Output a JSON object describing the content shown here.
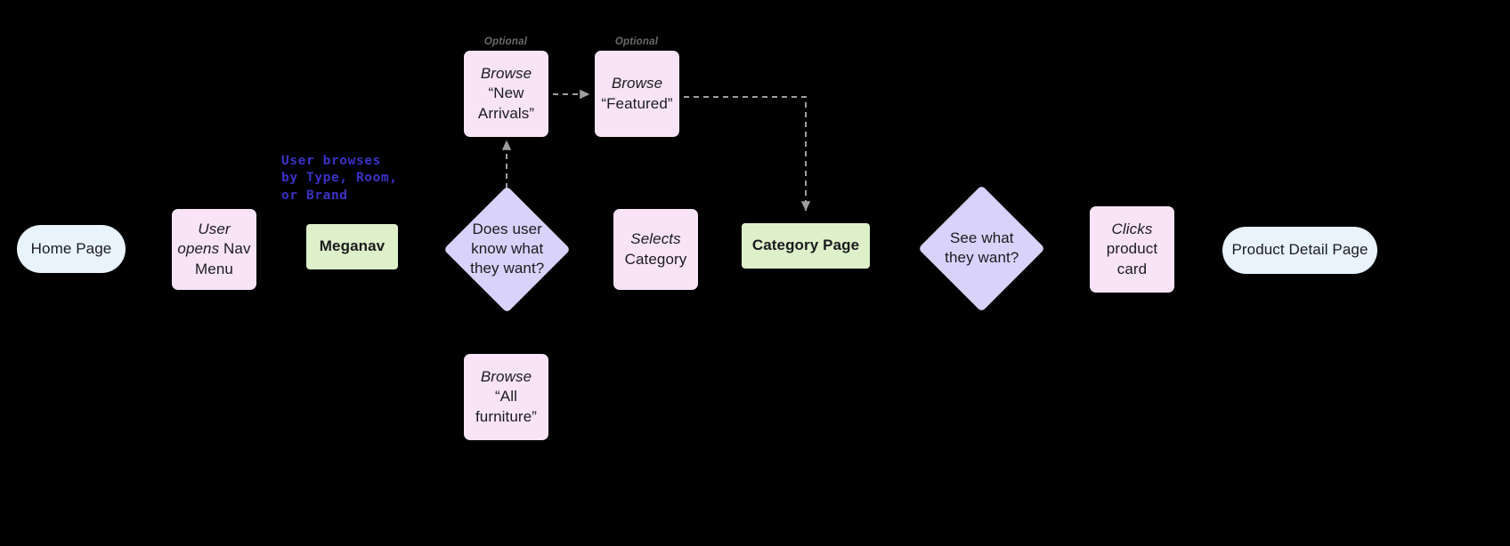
{
  "diagram": {
    "title": "Browse-to-Product-Detail user flow",
    "colors": {
      "background": "#000000",
      "terminator_fill": "#e8f3fc",
      "process_fill": "#f8e4f6",
      "page_fill": "#ddf0c9",
      "decision_fill": "#d9d2fb",
      "connector": "#9e9e9e",
      "annotation_text": "#3b32c4",
      "caption_text": "#6b6b70",
      "node_text": "#1b1b1f"
    },
    "captions": {
      "new_arrivals_optional": "Optional",
      "featured_optional": "Optional"
    },
    "annotation": {
      "browse_note": "User  browses\nby Type, Room,\nor Brand"
    },
    "nodes": {
      "home_page": {
        "label": "Home Page",
        "shape": "pill"
      },
      "user_opens_nav": {
        "emphasis": "User opens",
        "label": "Nav Menu",
        "shape": "process"
      },
      "meganav": {
        "label": "Meganav",
        "shape": "page"
      },
      "browse_new_arrivals": {
        "emphasis": "Browse",
        "label": "“New Arrivals”",
        "shape": "process"
      },
      "browse_featured": {
        "emphasis": "Browse",
        "label": "“Featured”",
        "shape": "process"
      },
      "decision_know": {
        "label": "Does user know what they want?",
        "shape": "decision"
      },
      "browse_all_furniture": {
        "emphasis": "Browse",
        "label": "“All furniture”",
        "shape": "process"
      },
      "selects_category": {
        "emphasis": "Selects",
        "label": "Category",
        "shape": "process"
      },
      "category_page": {
        "label": "Category Page",
        "shape": "page"
      },
      "decision_see": {
        "label": "See what they want?",
        "shape": "decision"
      },
      "clicks_product_card": {
        "emphasis": "Clicks",
        "label": "product card",
        "shape": "process"
      },
      "product_detail_page": {
        "label": "Product Detail Page",
        "shape": "pill"
      }
    },
    "edges": [
      {
        "from": "browse_new_arrivals",
        "to": "browse_featured",
        "style": "dashed",
        "direction": "right"
      },
      {
        "from": "decision_know",
        "to": "browse_new_arrivals",
        "style": "dashed",
        "direction": "up"
      },
      {
        "from": "browse_featured",
        "to": "category_page",
        "style": "dashed",
        "direction": "right-then-down"
      }
    ]
  }
}
